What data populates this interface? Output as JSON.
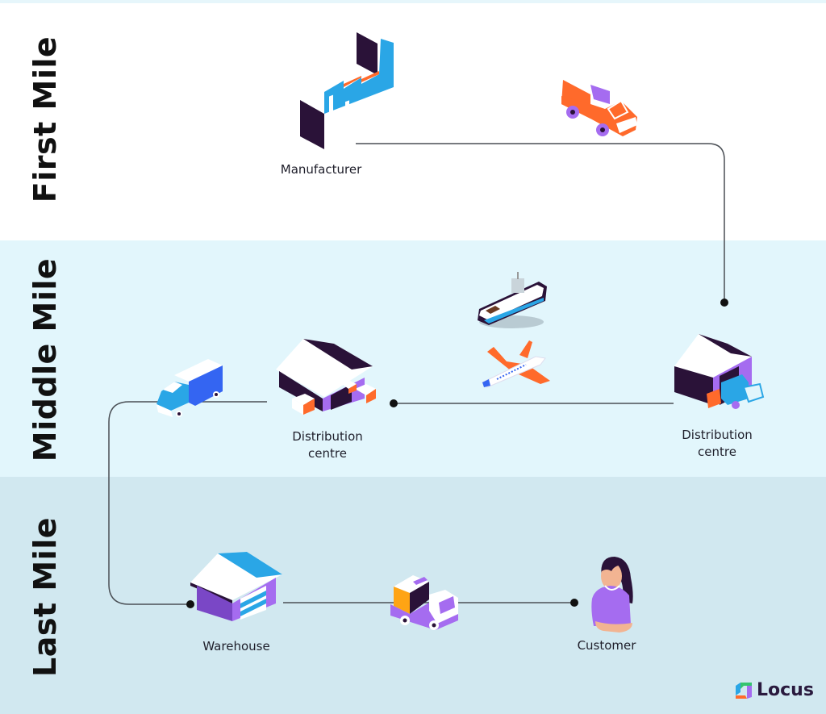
{
  "bands": {
    "first": "First Mile",
    "middle": "Middle Mile",
    "last": "Last Mile"
  },
  "nodes": {
    "manufacturer": "Manufacturer",
    "distribution_left_line1": "Distribution",
    "distribution_left_line2": "centre",
    "distribution_right_line1": "Distribution",
    "distribution_right_line2": "centre",
    "warehouse": "Warehouse",
    "customer": "Customer"
  },
  "logo": {
    "text": "Locus"
  },
  "colors": {
    "dark_purple": "#2a1238",
    "purple": "#a56cf0",
    "blue": "#2aa6e6",
    "royal_blue": "#3465f2",
    "orange": "#ff6a2b",
    "amber": "#ffa414",
    "line": "#4a4f55"
  }
}
